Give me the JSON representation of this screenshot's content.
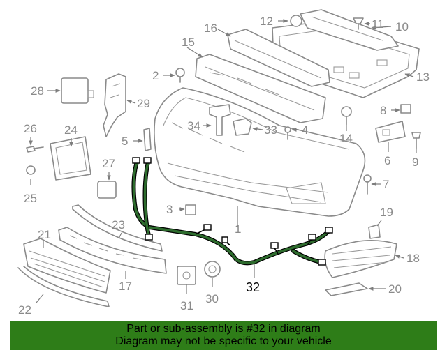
{
  "diagram": {
    "callouts": [
      "1",
      "2",
      "3",
      "4",
      "5",
      "6",
      "7",
      "8",
      "9",
      "10",
      "11",
      "12",
      "13",
      "14",
      "15",
      "16",
      "17",
      "18",
      "19",
      "20",
      "21",
      "22",
      "23",
      "24",
      "25",
      "26",
      "27",
      "28",
      "29",
      "30",
      "31",
      "33",
      "34"
    ],
    "highlighted_callout": "32",
    "highlight_color": "#2e7d18"
  },
  "banner": {
    "line1": "Part or sub-assembly is #32 in diagram",
    "line2": "Diagram may not be specific to your vehicle",
    "background": "#2e7d18"
  }
}
